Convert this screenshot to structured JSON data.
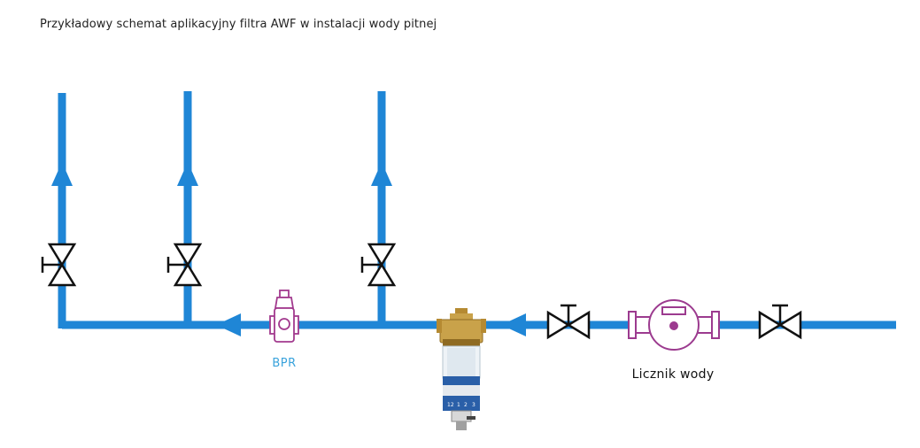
{
  "title": "Przykładowy schemat aplikacyjny filtra AWF w instalacji wody pitnej",
  "labels": {
    "bpr": "BPR",
    "water_meter": "Licznik wody"
  },
  "filter_scale": [
    "12",
    "1",
    "2",
    "3"
  ],
  "colors": {
    "pipe": "#1f86d6",
    "pipe_dark": "#1670b8",
    "valve": "#111111",
    "bpr": "#a23a8e",
    "bpr_label": "#3aa3dc",
    "meter": "#9c3b8f",
    "brass": "#c9a24a",
    "brass_dark": "#8f6b22"
  },
  "icons": [
    "flow-arrow-icon",
    "gate-valve-icon",
    "pressure-reducer-icon",
    "water-meter-icon",
    "water-filter-icon"
  ]
}
